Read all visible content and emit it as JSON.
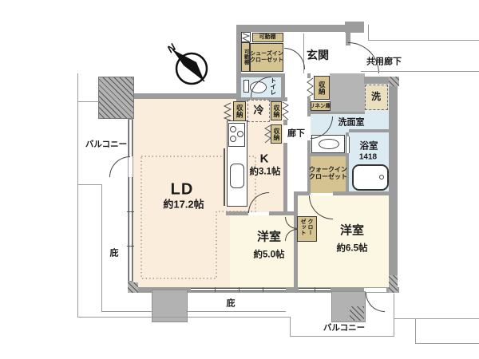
{
  "colors": {
    "wall": "#9c9c9c",
    "pillar": "#b2b2b2",
    "porch": "#b5b5b5",
    "room_cream": "#faeddb",
    "room_ivory": "#fcf7e3",
    "room_blue": "#dceaf2",
    "storage_tan": "#d5c492",
    "washer_tan": "#eae0bf",
    "outline": "#9a9a9a",
    "text": "#1c1c1c"
  },
  "compass": {
    "north": "N"
  },
  "rooms": {
    "ld": "LD",
    "ld_size": "約17.2帖",
    "kitchen": "K",
    "kitchen_size": "約3.1帖",
    "bedroom1": "洋室",
    "bedroom1_size": "約5.0帖",
    "bedroom2": "洋室",
    "bedroom2_size": "約6.5帖",
    "genkan": "玄関",
    "washroom": "洗面室",
    "bathroom": "浴室",
    "bathroom_size": "1418",
    "toilet": "トイレ",
    "hallway": "廊下",
    "common_corridor": "共用廊下"
  },
  "storage": {
    "shoes_closet": "シューズイン\nクローゼット",
    "movable_shelf_top": "可動棚",
    "movable_shelf_side": "可動棚",
    "storage1": "収納",
    "storage2": "収納",
    "storage3": "収納",
    "storage4": "収納",
    "linen": "リネン庫",
    "walk_in_closet": "ウォークイン\nクローゼット",
    "closet": "クローゼット",
    "refrigerator": "冷",
    "washer": "洗"
  },
  "outdoor": {
    "balcony_left": "バルコニー",
    "balcony_bottom": "バルコニー",
    "eaves_left": "庇",
    "eaves_bottom": "庇"
  }
}
